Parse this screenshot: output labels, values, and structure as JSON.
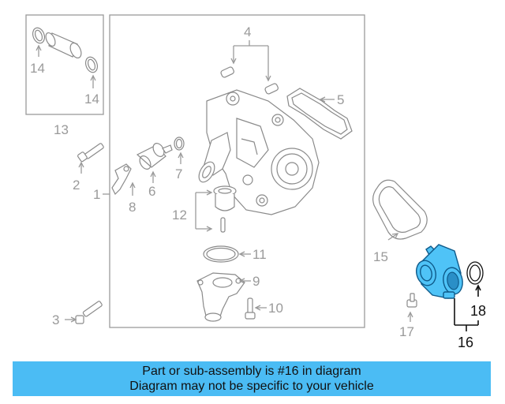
{
  "callouts": {
    "c1": "1",
    "c2": "2",
    "c3": "3",
    "c4": "4",
    "c5": "5",
    "c6": "6",
    "c7": "7",
    "c8": "8",
    "c9": "9",
    "c10": "10",
    "c11": "11",
    "c12": "12",
    "c13": "13",
    "c14a": "14",
    "c14b": "14",
    "c15": "15",
    "c16": "16",
    "c17": "17",
    "c18": "18"
  },
  "highlight": {
    "part": "16",
    "color": "#4fc3f7"
  },
  "banner": {
    "line1": "Part or sub-assembly is #16 in diagram",
    "line2": "Diagram may not be specific to your vehicle",
    "color": "#4bbcf4"
  }
}
